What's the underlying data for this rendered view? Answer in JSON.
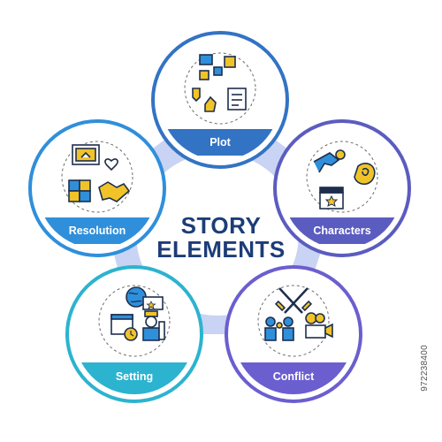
{
  "title": {
    "line1": "STORY",
    "line2": "ELEMENTS"
  },
  "nodes": [
    {
      "id": "plot",
      "label": "Plot",
      "color": "#3373c4"
    },
    {
      "id": "characters",
      "label": "Characters",
      "color": "#5b5cc0"
    },
    {
      "id": "conflict",
      "label": "Conflict",
      "color": "#6b5ecf"
    },
    {
      "id": "setting",
      "label": "Setting",
      "color": "#2cb3cf"
    },
    {
      "id": "resolution",
      "label": "Resolution",
      "color": "#2f8fdb"
    }
  ],
  "connector_color": "#c9d3f3",
  "watermark": "972238400"
}
